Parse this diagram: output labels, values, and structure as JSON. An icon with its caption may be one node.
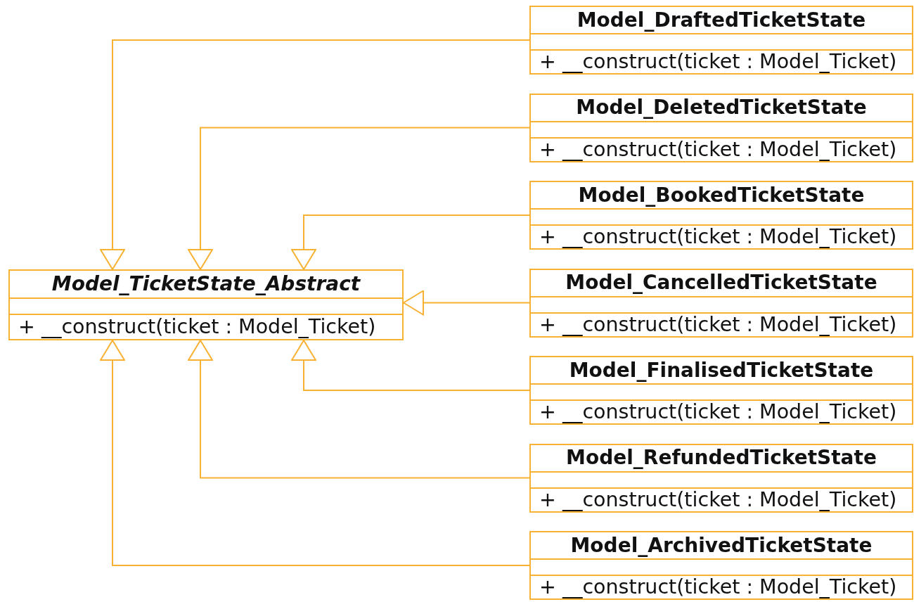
{
  "diagram": {
    "nodes": [
      {
        "text": [
          "Model_TicketState_Abstract",
          "+ __construct(ticket : Model_Ticket)"
        ]
      },
      {
        "text": [
          "Model_DraftedTicketState",
          "+ __construct(ticket : Model_Ticket)"
        ]
      },
      {
        "text": [
          "Model_DeletedTicketState",
          "+ __construct(ticket : Model_Ticket)"
        ]
      },
      {
        "text": [
          "Model_BookedTicketState",
          "+ __construct(ticket : Model_Ticket)"
        ]
      },
      {
        "text": [
          "Model_CancelledTicketState",
          "+ __construct(ticket : Model_Ticket)"
        ]
      },
      {
        "text": [
          "Model_FinalisedTicketState",
          "+ __construct(ticket : Model_Ticket)"
        ]
      },
      {
        "text": [
          "Model_RefundedTicketState",
          "+ __construct(ticket : Model_Ticket)"
        ]
      },
      {
        "text": [
          "Model_ArchivedTicketState",
          "+ __construct(ticket : Model_Ticket)"
        ]
      }
    ],
    "edges": [
      {
        "from": 1,
        "to": 0,
        "arrow": "to"
      },
      {
        "from": 2,
        "to": 0,
        "arrow": "to"
      },
      {
        "from": 3,
        "to": 0,
        "arrow": "to"
      },
      {
        "from": 4,
        "to": 0,
        "arrow": "to"
      },
      {
        "from": 5,
        "to": 0,
        "arrow": "to"
      },
      {
        "from": 6,
        "to": 0,
        "arrow": "to"
      },
      {
        "from": 7,
        "to": 0,
        "arrow": "to"
      }
    ]
  }
}
